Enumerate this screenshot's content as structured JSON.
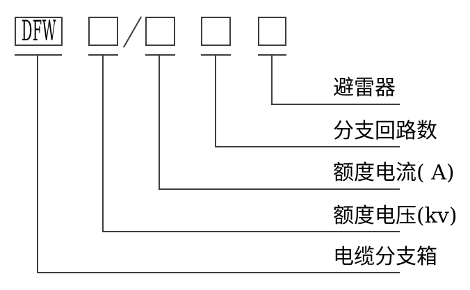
{
  "diagram": {
    "model_code": {
      "prefix": "DFW",
      "separator": "/",
      "empty_field_count": 4
    },
    "labels": [
      {
        "text": "避雷器"
      },
      {
        "text": "分支回路数"
      },
      {
        "text": "额度电流( A)"
      },
      {
        "text": "额度电压(kv)"
      },
      {
        "text": "电缆分支箱"
      }
    ],
    "colors": {
      "line": "#3d3d3d",
      "text": "#000000",
      "background": "#ffffff"
    }
  }
}
